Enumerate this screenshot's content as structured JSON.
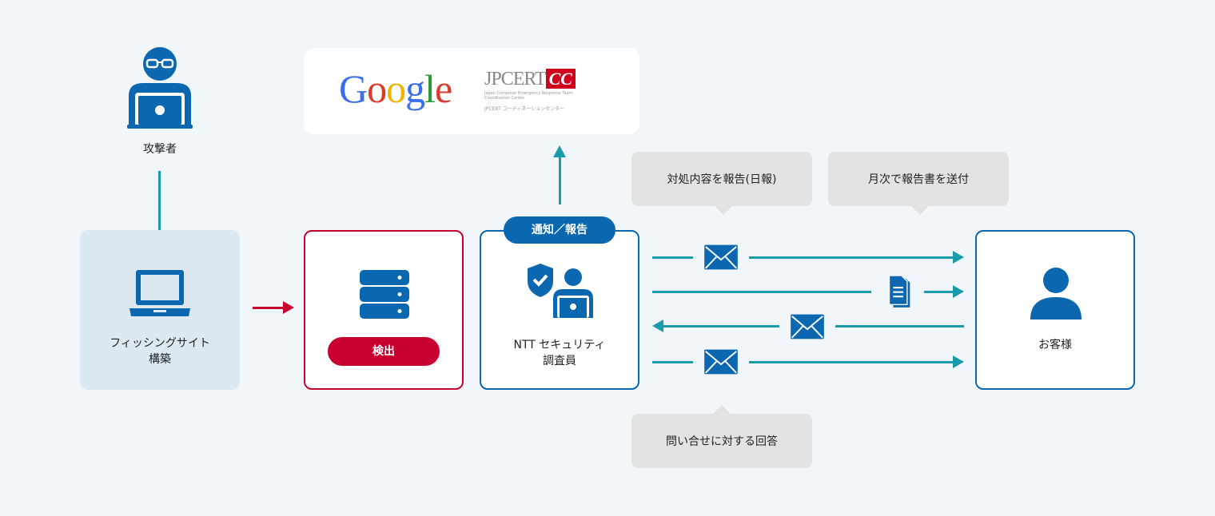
{
  "attacker": {
    "label": "攻撃者"
  },
  "phishing": {
    "label_line1": "フィッシングサイト",
    "label_line2": "構築"
  },
  "detection": {
    "button_label": "検出"
  },
  "logos": {
    "google": "Google",
    "jpcert": "JPCERT",
    "jpcert_cc": "CC",
    "jpcert_sub1": "Japan Computer Emergency Response Team",
    "jpcert_sub2": "Coordination Center",
    "jpcert_sub3": "JPCERT コーディネーションセンター"
  },
  "investigator": {
    "badge": "通知／報告",
    "label_line1": "NTT セキュリティ",
    "label_line2": "調査員"
  },
  "customer": {
    "label": "お客様"
  },
  "bubbles": {
    "daily": "対処内容を報告(日報)",
    "monthly": "月次で報告書を送付",
    "answer": "問い合せに対する回答"
  },
  "colors": {
    "blue": "#0b68b0",
    "teal": "#1a9bab",
    "red": "#c8002f",
    "background": "#f1f6fa"
  }
}
